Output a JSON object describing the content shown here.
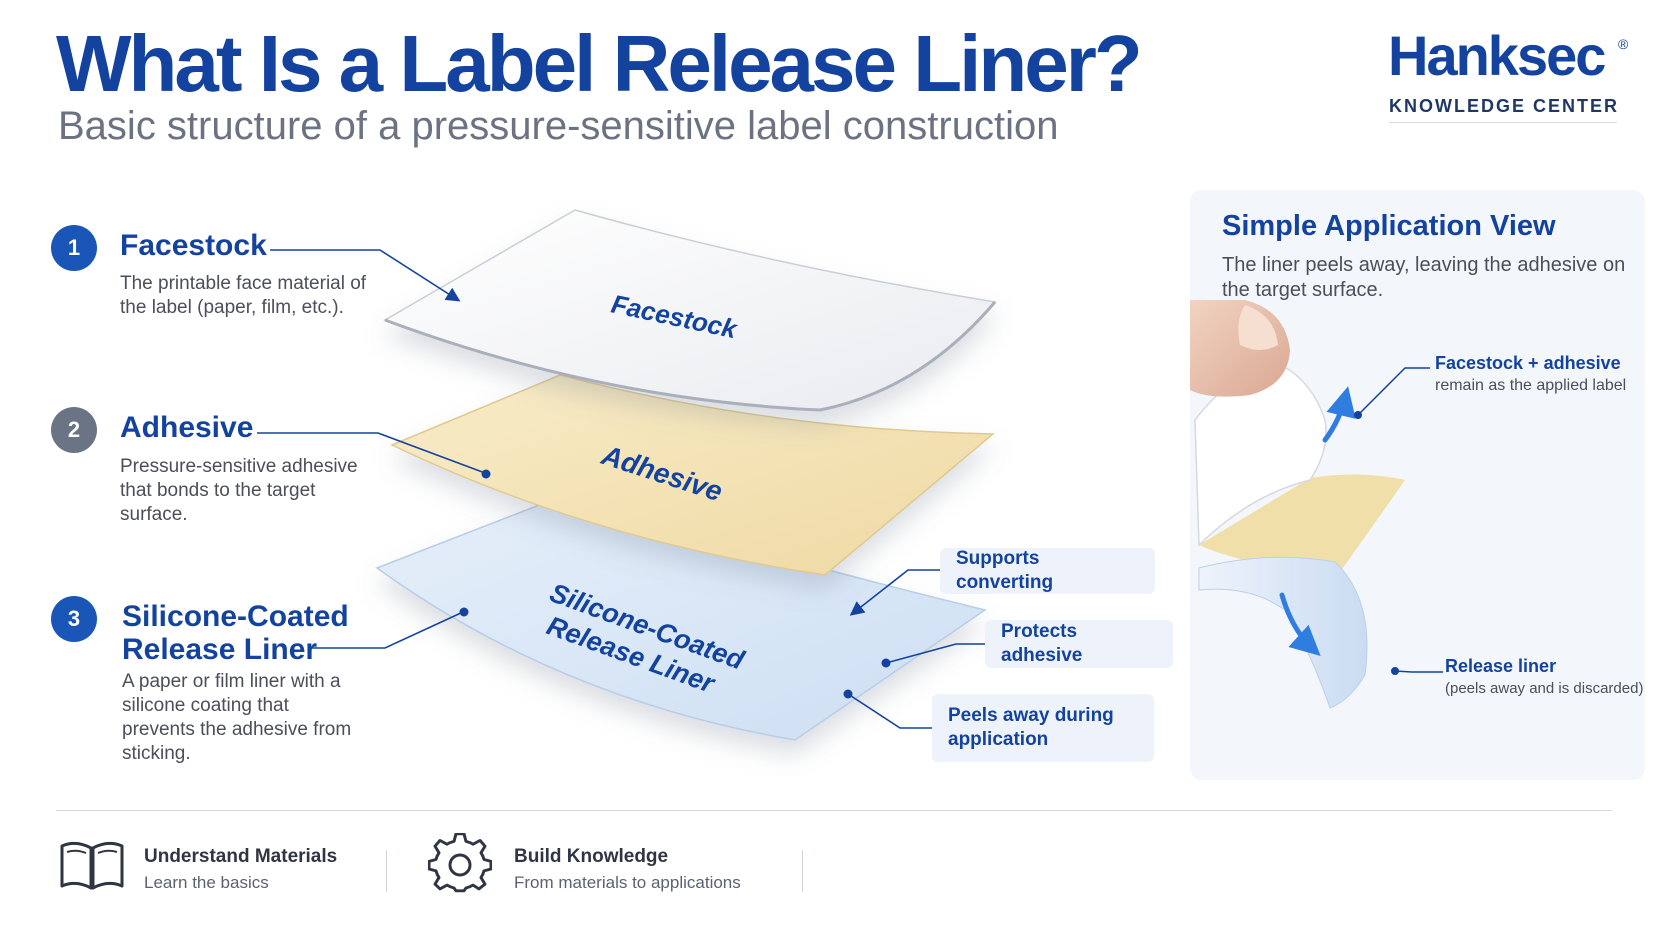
{
  "header": {
    "title": "What Is a Label Release Liner?",
    "subtitle": "Basic structure of a pressure-sensitive label construction"
  },
  "brand": {
    "name": "Hanksec",
    "registered": "®",
    "tagline": "KNOWLEDGE CENTER"
  },
  "layers": [
    {
      "number": "1",
      "title": "Facestock",
      "description": "The printable face material of the label (paper, film, etc.).",
      "badge_color": "#1a56b8",
      "diagram_label": "Facestock"
    },
    {
      "number": "2",
      "title": "Adhesive",
      "description": "Pressure-sensitive adhesive that bonds to the target surface.",
      "badge_color": "#6b7484",
      "diagram_label": "Adhesive"
    },
    {
      "number": "3",
      "title_line1": "Silicone-Coated",
      "title_line2": "Release Liner",
      "description": "A paper or film liner with a silicone coating that prevents the adhesive from sticking.",
      "badge_color": "#1a56b8",
      "diagram_label_line1": "Silicone-Coated",
      "diagram_label_line2": "Release Liner"
    }
  ],
  "liner_callouts": [
    "Supports converting",
    "Protects adhesive",
    "Peels away during application"
  ],
  "application_view": {
    "title": "Simple Application View",
    "description": "The liner peels away, leaving the adhesive on the target surface.",
    "facestock_label": "Facestock + adhesive",
    "facestock_note": "remain as the applied label",
    "liner_label": "Release liner",
    "liner_note": "(peels away and is discarded)"
  },
  "footer": [
    {
      "icon": "book-icon",
      "title": "Understand Materials",
      "subtitle": "Learn the basics"
    },
    {
      "icon": "gear-icon",
      "title": "Build Knowledge",
      "subtitle": "From materials to applications"
    }
  ],
  "colors": {
    "primary": "#13439e",
    "facestock": "#f4f5f7",
    "adhesive": "#f3e2b3",
    "liner": "#dce8f7"
  }
}
